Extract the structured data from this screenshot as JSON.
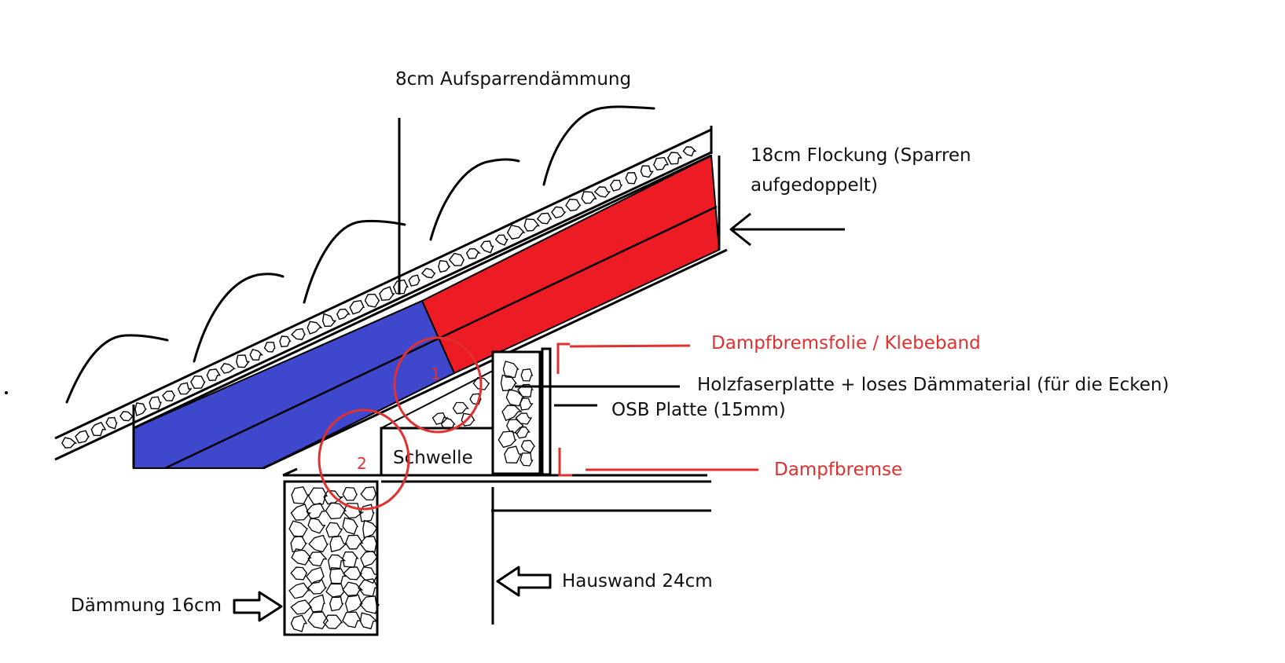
{
  "colors": {
    "rafter_upper": "#ED1C24",
    "rafter_lower": "#3F48CC",
    "annotation_red": "#E03030",
    "line": "#000000"
  },
  "labels": {
    "aufsparren": "8cm Aufsparrendämmung",
    "flockung_line1": "18cm Flockung (Sparren",
    "flockung_line2": "aufgedoppelt)",
    "dampfbremsfolie": "Dampfbremsfolie / Klebeband",
    "holzfaser": "Holzfaserplatte + loses Dämmaterial (für die Ecken)",
    "osb": "OSB Platte (15mm)",
    "dampfbremse": "Dampfbremse",
    "schwelle": "Schwelle",
    "hauswand": "Hauswand 24cm",
    "daemmung": "Dämmung 16cm",
    "marker_1": "1",
    "marker_2": "2"
  }
}
